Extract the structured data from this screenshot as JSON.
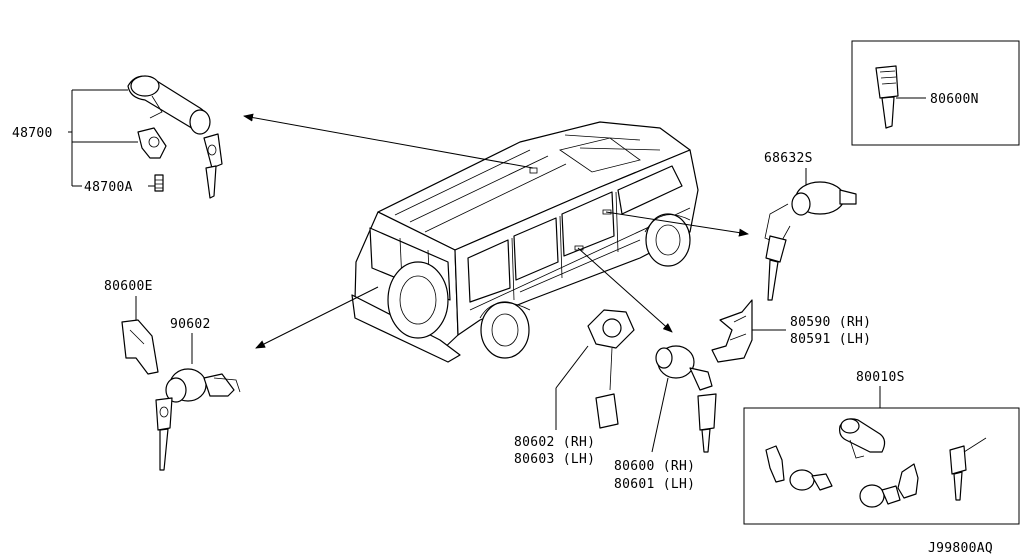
{
  "diagram_id": "J99800AQ",
  "labels": {
    "p48700": "48700",
    "p48700A": "48700A",
    "p80600N": "80600N",
    "p68632S": "68632S",
    "p80600E": "80600E",
    "p90602": "90602",
    "p80590": "80590 (RH)",
    "p80591": "80591 (LH)",
    "p80602": "80602 (RH)",
    "p80603": "80603 (LH)",
    "p80600": "80600 (RH)",
    "p80601": "80601 (LH)",
    "p80010S": "80010S"
  }
}
